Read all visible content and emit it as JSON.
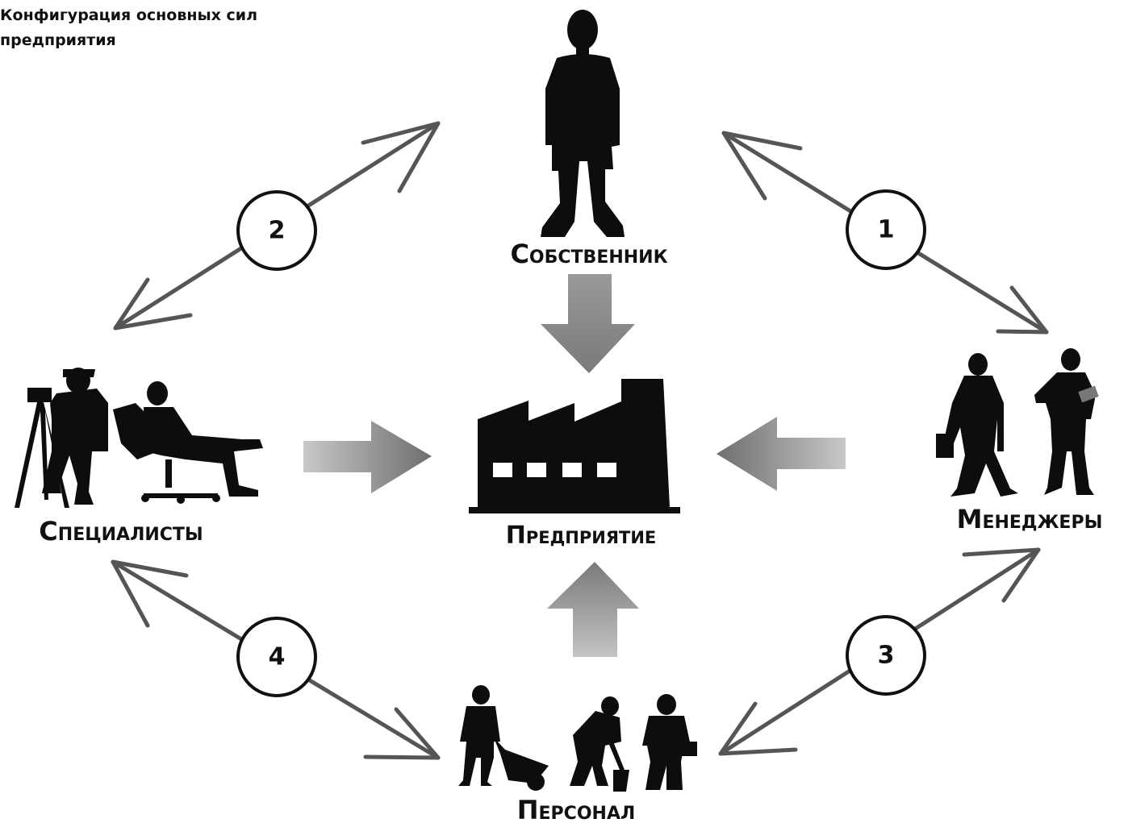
{
  "caption": {
    "line1": "Конфигурация основных сил",
    "line2": "предприятия"
  },
  "nodes": {
    "owner": "Собственник",
    "managers": "Менеджеры",
    "specialists": "Специалисты",
    "personnel": "Персонал",
    "enterprise": "Предприятие"
  },
  "relations": [
    "1",
    "2",
    "3",
    "4"
  ],
  "colors": {
    "silhouette": "#0d0d0d",
    "line_arrow": "#555555",
    "block_arrow": "#8a8a8a",
    "background": "#ffffff"
  }
}
